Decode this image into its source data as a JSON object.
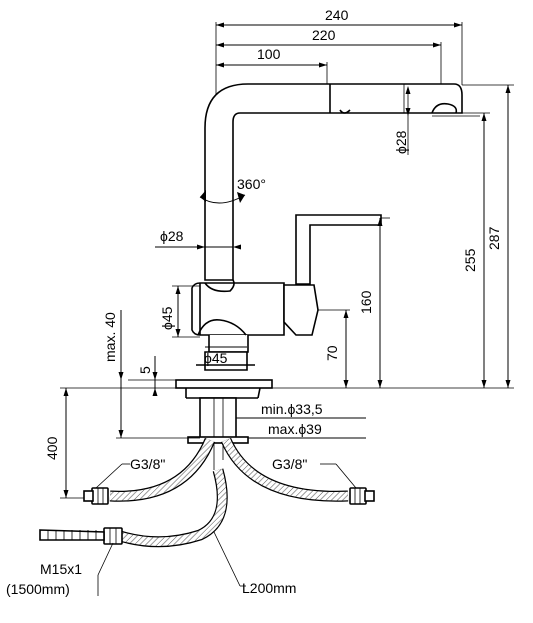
{
  "dimensions": {
    "width_240": "240",
    "width_220": "220",
    "width_100": "100",
    "spout_diameter": "ϕ28",
    "rotation": "360°",
    "body_diameter_28": "ϕ28",
    "body_diameter_45": "ϕ45",
    "base_diameter_45": "ϕ45",
    "height_160": "160",
    "height_70": "70",
    "height_255": "255",
    "height_287": "287",
    "max_thickness": "max. 40",
    "base_5": "5",
    "hole_min": "min.ϕ33,5",
    "hole_max": "max.ϕ39",
    "depth_400": "400"
  },
  "connections": {
    "left_thread": "G3/8\"",
    "right_thread": "G3/8\"",
    "shower_thread": "M15x1",
    "shower_length": "(1500mm)",
    "hose_length": "L200mm"
  }
}
